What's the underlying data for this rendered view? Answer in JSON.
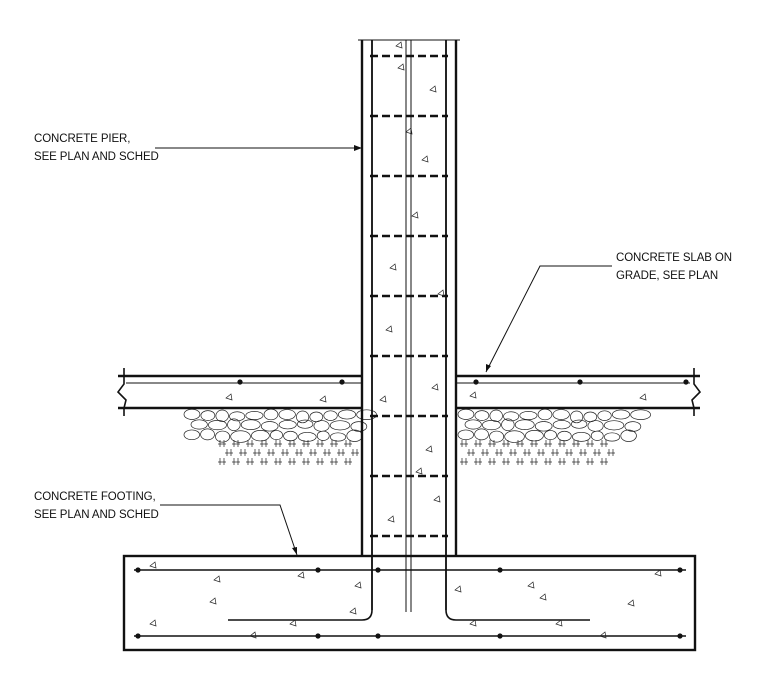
{
  "labels": {
    "pier_line1": "CONCRETE PIER,",
    "pier_line2": "SEE PLAN AND SCHED",
    "slab_line1": "CONCRETE SLAB ON",
    "slab_line2": "GRADE, SEE PLAN",
    "footing_line1": "CONCRETE FOOTING,",
    "footing_line2": "SEE PLAN AND SCHED"
  }
}
